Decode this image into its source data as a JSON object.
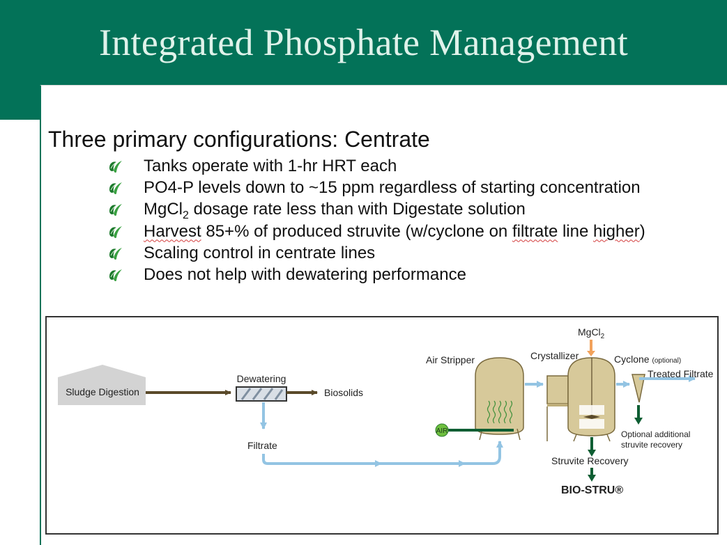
{
  "title": "Integrated Phosphate Management",
  "subtitle": "Three primary configurations: Centrate",
  "bullets": [
    "Tanks operate with 1-hr HRT each",
    "PO4-P levels down to ~15 ppm regardless of starting concentration",
    {
      "pre": "MgCl",
      "sub": "2",
      "post": " dosage rate less than with Digestate solution"
    },
    {
      "w1": "Harvest",
      "t1": " 85+% of produced struvite (w/cyclone on ",
      "w2": "filtrate",
      "t2": " line ",
      "w3": "higher",
      "t3": ")"
    },
    "Scaling control in centrate lines",
    "Does not help with dewatering performance"
  ],
  "bullet_icon": "leaf-check-icon",
  "diagram": {
    "sludge_digestion": "Sludge Digestion",
    "dewatering": "Dewatering",
    "biosolids": "Biosolids",
    "filtrate": "Filtrate",
    "air_stripper": "Air Stripper",
    "air": "AIR",
    "crystallizer": "Crystallizer",
    "mgcl2_pre": "MgCl",
    "mgcl2_sub": "2",
    "cyclone": "Cyclone",
    "cyclone_optional": "(optional)",
    "treated_filtrate": "Treated Filtrate",
    "optional_line1": "Optional additional",
    "optional_line2": "struvite recovery",
    "struvite_recovery": "Struvite Recovery",
    "bio_stru": "BIO-STRU®"
  },
  "colors": {
    "header_green": "#037258",
    "title_text": "#dff2ea",
    "tank_tan": "#d7c99a",
    "tank_outline": "#7a6a3e",
    "brown_line": "#5a4a2a",
    "blue_line": "#93c4e3",
    "dark_green_arrow": "#0e5e33",
    "orange_arrow": "#f2a25b",
    "air_green": "#6fbf3f"
  }
}
